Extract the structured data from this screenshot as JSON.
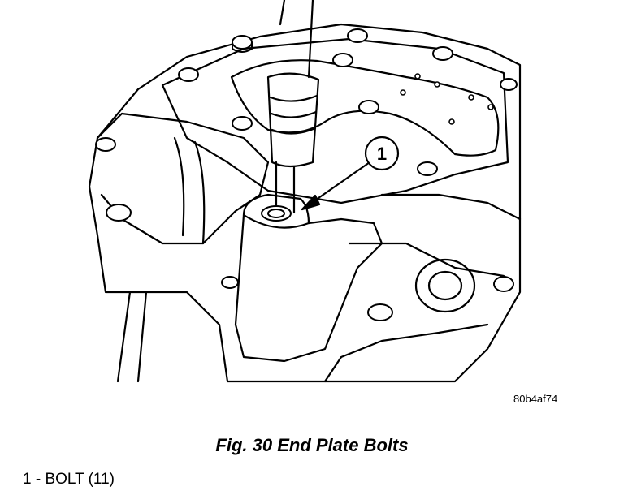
{
  "figure": {
    "callout_number": "1",
    "image_code": "80b4af74",
    "caption": "Fig. 30 End Plate Bolts"
  },
  "legend": {
    "items": [
      "1 - BOLT (11)"
    ]
  }
}
